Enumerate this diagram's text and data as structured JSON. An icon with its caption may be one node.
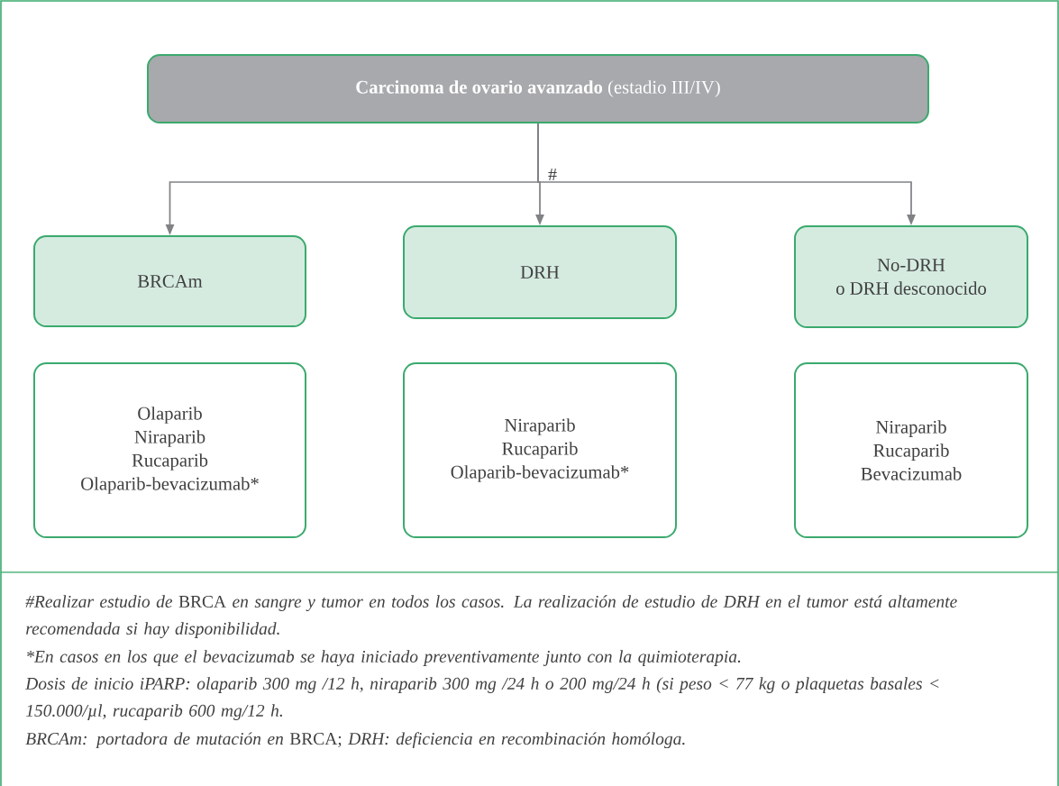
{
  "diagram": {
    "nodes": [
      {
        "text": [
          "**Carcinoma de ovario avanzado** (estadio III/IV)"
        ]
      },
      {
        "text": [
          "BRCAm"
        ]
      },
      {
        "text": [
          "DRH"
        ]
      },
      {
        "text": [
          "No-DRH",
          "o DRH desconocido"
        ]
      },
      {
        "text": [
          "Olaparib",
          "Niraparib",
          "Rucaparib",
          "Olaparib-bevacizumab*"
        ]
      },
      {
        "text": [
          "Niraparib",
          "Rucaparib",
          "Olaparib-bevacizumab*"
        ]
      },
      {
        "text": [
          "Niraparib",
          "Rucaparib",
          "Bevacizumab"
        ]
      }
    ],
    "edges": [
      {
        "from": 0,
        "to": 1,
        "arrow": "to"
      },
      {
        "from": 0,
        "to": 2,
        "arrow": "to",
        "label": "#"
      },
      {
        "from": 0,
        "to": 3,
        "arrow": "to"
      }
    ],
    "labels": [
      "*#Realizar estudio de* BRCA *en sangre y tumor en todos los casos. La realización de estudio de DRH en el tumor está altamente recomendada si hay disponibilidad.*",
      "*En casos en los que el bevacizumab se haya iniciado preventivamente junto con la quimioterapia.",
      "Dosis de inicio iPARP: olaparib 300 mg /12 h, niraparib 300 mg /24 h o 200 mg/24 h (si peso < 77 kg o plaquetas basales < 150.000/µl, rucaparib 600 mg/12 h.",
      "*BRCAm: portadora de mutación en* BRCA; *DRH: deficiencia en recombinación homóloga.*"
    ]
  }
}
